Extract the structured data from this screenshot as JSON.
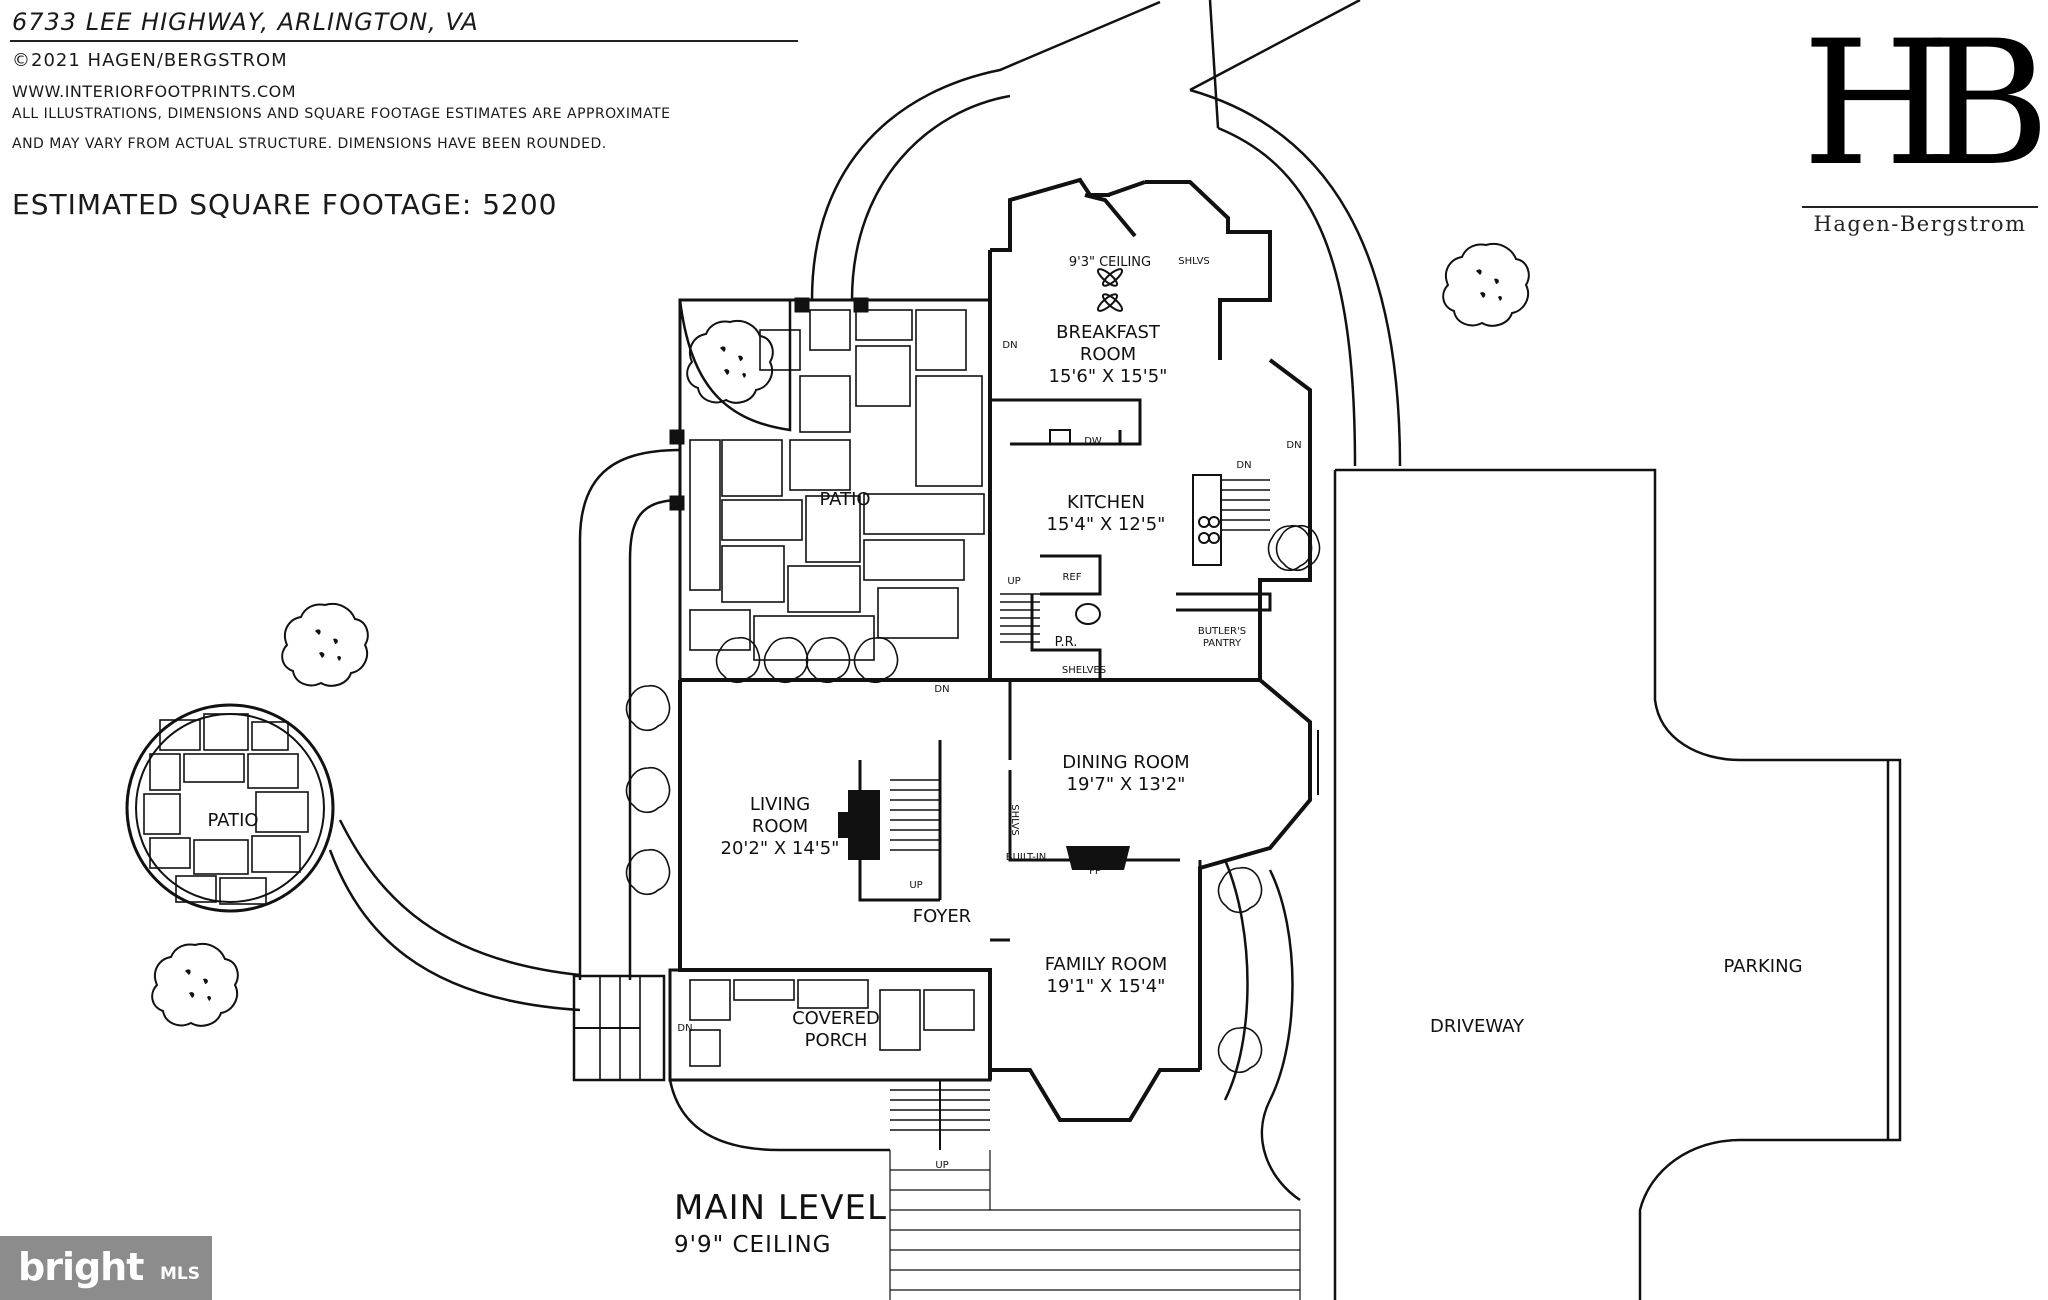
{
  "header": {
    "address": "6733 LEE HIGHWAY, ARLINGTON, VA",
    "copyright": "©2021 HAGEN/BERGSTROM",
    "website": "WWW.INTERIORFOOTPRINTS.COM",
    "disclaimer_line1": "ALL ILLUSTRATIONS, DIMENSIONS AND SQUARE FOOTAGE ESTIMATES ARE APPROXIMATE",
    "disclaimer_line2": "AND MAY VARY FROM ACTUAL STRUCTURE. DIMENSIONS HAVE BEEN ROUNDED.",
    "square_footage": "ESTIMATED SQUARE FOOTAGE: 5200"
  },
  "logo": {
    "mark": "HB",
    "name": "Hagen-Bergstrom"
  },
  "level": {
    "title": "MAIN LEVEL",
    "ceiling": "9'9\" CEILING"
  },
  "rooms": {
    "breakfast": {
      "ceiling": "9'3\" CEILING",
      "name1": "BREAKFAST",
      "name2": "ROOM",
      "dims": "15'6\" X 15'5\""
    },
    "kitchen": {
      "name": "KITCHEN",
      "dims": "15'4\" X 12'5\""
    },
    "living": {
      "name1": "LIVING",
      "name2": "ROOM",
      "dims": "20'2\" X 14'5\""
    },
    "dining": {
      "name": "DINING ROOM",
      "dims": "19'7\" X 13'2\""
    },
    "family": {
      "name": "FAMILY ROOM",
      "dims": "19'1\" X 15'4\""
    },
    "foyer": "FOYER",
    "porch": {
      "name1": "COVERED",
      "name2": "PORCH"
    },
    "powder": "P.R.",
    "butlers": {
      "line1": "BUTLER'S",
      "line2": "PANTRY"
    }
  },
  "exterior": {
    "patio_main": "PATIO",
    "patio_round": "PATIO",
    "driveway": "DRIVEWAY",
    "parking": "PARKING"
  },
  "fixtures": {
    "shlvs": "SHLVS",
    "shlvs_vertical": "SHLVS",
    "dw": "DW",
    "ref": "REF",
    "shelves": "SHELVES",
    "built_in": "BUILT-IN",
    "fp": "FP",
    "dn": "DN",
    "up": "UP"
  },
  "watermark": {
    "text": "bright",
    "mls": "MLS"
  }
}
